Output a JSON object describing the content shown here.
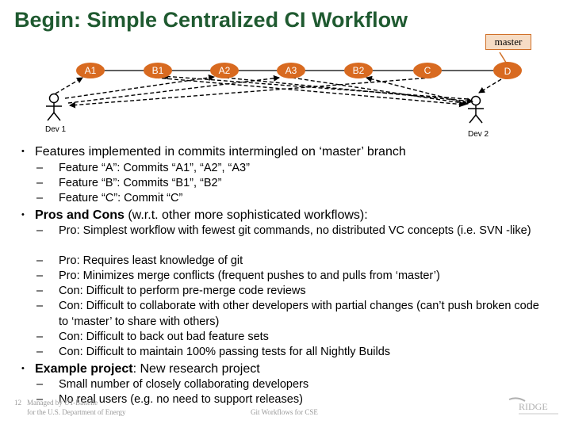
{
  "title": "Begin: Simple Centralized CI Workflow",
  "master_label": "master",
  "commits": [
    "A1",
    "B1",
    "A2",
    "A3",
    "B2",
    "C",
    "D"
  ],
  "devs": [
    "Dev 1",
    "Dev 2"
  ],
  "bullet1": "Features implemented in commits intermingled on ‘master’ branch",
  "bullet1_items": [
    "Feature “A”: Commits “A1”, “A2”, “A3”",
    "Feature “B”: Commits “B1”, “B2”",
    "Feature “C”: Commit “C”"
  ],
  "bullet2_bold": "Pros and Cons",
  "bullet2_rest": " (w.r.t. other more sophisticated workflows):",
  "bullet2_items": [
    {
      "label": "Pro",
      "text": ": Simplest workflow with fewest git commands, no distributed VC concepts (i.e. SVN -like)"
    },
    {
      "label": "Pro",
      "text": ": Requires least knowledge of git"
    },
    {
      "label": "Pro",
      "text": ": Minimizes merge conflicts (frequent pushes to and pulls from ‘master’)"
    },
    {
      "label": "Con",
      "text": ": Difficult to perform pre-merge code reviews"
    },
    {
      "label": "Con",
      "text": ": Difficult to collaborate with other developers with partial changes (can’t push broken code to ‘master’ to share with others)"
    },
    {
      "label": "Con",
      "text": ": Difficult to back out bad feature sets"
    },
    {
      "label": "Con",
      "text": ": Difficult to maintain 100% passing tests for all Nightly Builds"
    }
  ],
  "bullet3_bold": "Example project",
  "bullet3_rest": ": New research project",
  "bullet3_items": [
    "Small number of closely collaborating developers",
    "No real users (e.g. no need to support releases)"
  ],
  "footer": {
    "page": "12",
    "managed_by": "Managed by UT-Battelle",
    "for_doe": "for the U.S. Department of Energy",
    "center": "Git Workflows for CSE",
    "logo": "RIDGE"
  },
  "colors": {
    "title": "#1f5a30",
    "commit_fill": "#d86a20",
    "master_border": "#d07028",
    "master_fill": "#f6dcc4"
  }
}
